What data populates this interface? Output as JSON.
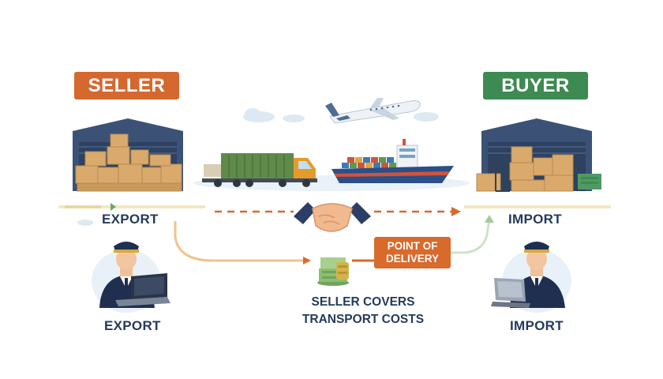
{
  "header": {
    "seller_label": "SELLER",
    "buyer_label": "BUYER"
  },
  "flow": {
    "export_label_top": "EXPORT",
    "import_label_top": "IMPORT",
    "export_label_bottom": "EXPORT",
    "import_label_bottom": "IMPORT",
    "point_of_delivery": "POINT OF DELIVERY",
    "cost_note_line1": "SELLER COVERS",
    "cost_note_line2": "TRANSPORT COSTS"
  },
  "colors": {
    "seller": "#d4682f",
    "buyer": "#3d8a52",
    "navy": "#253a5c",
    "accent_orange": "#d86a2c",
    "warehouse": "#3b5276",
    "box": "#d9aa6c"
  },
  "icons": [
    "warehouse-icon",
    "truck-icon",
    "ship-icon",
    "airplane-icon",
    "handshake-icon",
    "money-stack-icon",
    "officer-icon",
    "laptop-icon",
    "cloud-icon"
  ]
}
